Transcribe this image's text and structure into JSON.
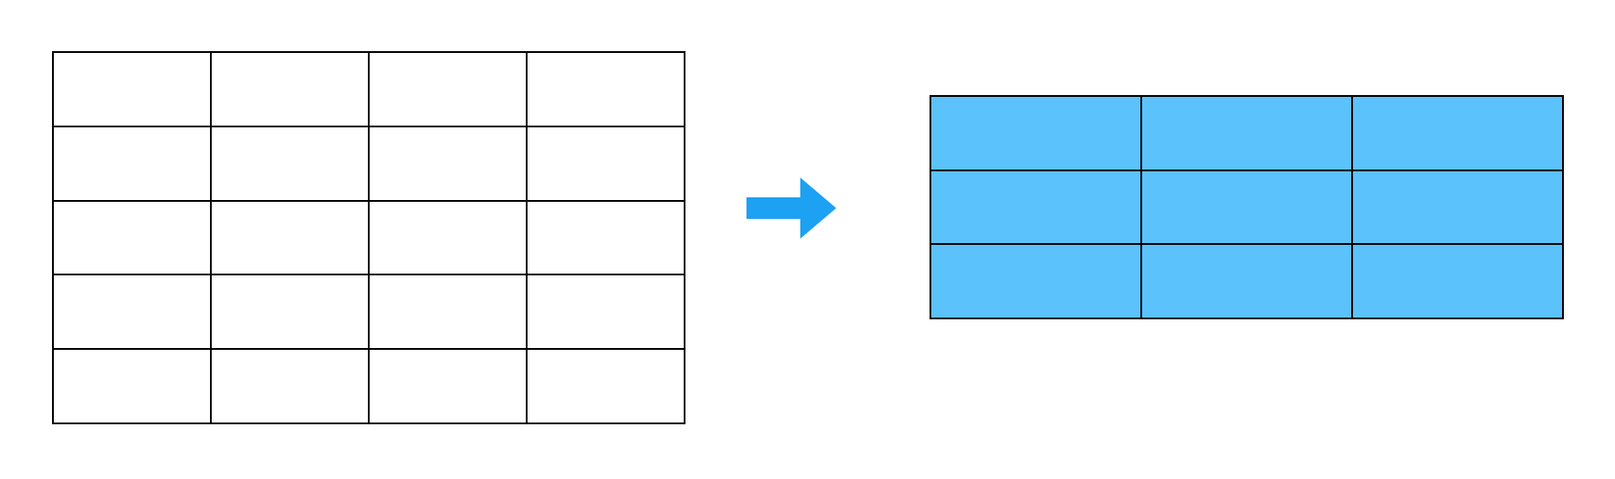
{
  "diagram": {
    "source_table": {
      "rows": 5,
      "columns": 4,
      "cell_fill": "#ffffff",
      "border_color": "#000000"
    },
    "arrow": {
      "icon": "right-arrow-icon",
      "color": "#1da1f2"
    },
    "result_table": {
      "rows": 3,
      "columns": 3,
      "cell_fill": "#5bc2fc",
      "border_color": "#000000"
    }
  }
}
